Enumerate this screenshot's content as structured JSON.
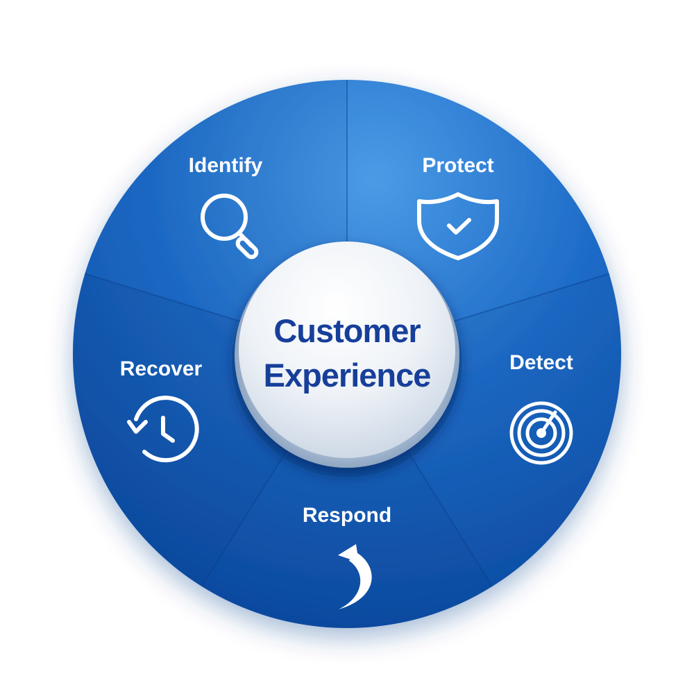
{
  "center": {
    "line1": "Customer",
    "line2": "Experience"
  },
  "segments": [
    {
      "id": "identify",
      "label": "Identify",
      "icon": "magnifier-icon"
    },
    {
      "id": "protect",
      "label": "Protect",
      "icon": "shield-check-icon"
    },
    {
      "id": "detect",
      "label": "Detect",
      "icon": "radar-icon"
    },
    {
      "id": "respond",
      "label": "Respond",
      "icon": "curved-arrow-icon"
    },
    {
      "id": "recover",
      "label": "Recover",
      "icon": "history-clock-icon"
    }
  ],
  "colors": {
    "background": "#ffffff",
    "wheel_light": "#3d8de0",
    "wheel_dark": "#0d4fa8",
    "divider": "#0a3f8c",
    "center_text": "#173f9a",
    "center_light": "#ffffff",
    "center_dark": "#cfd9e6",
    "label": "#ffffff"
  }
}
